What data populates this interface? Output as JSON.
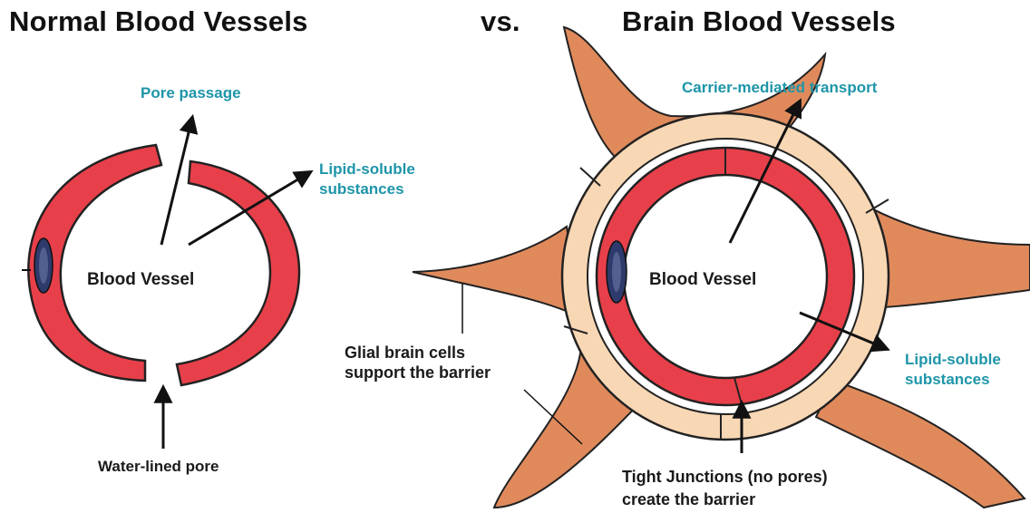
{
  "headings": {
    "left": "Normal Blood Vessels",
    "middle": "vs.",
    "right": "Brain Blood Vessels"
  },
  "normal": {
    "pore_passage": "Pore passage",
    "lipid_line1": "Lipid-soluble",
    "lipid_line2": "substances",
    "vessel": "Blood Vessel",
    "water_pore": "Water-lined pore"
  },
  "brain": {
    "carrier": "Carrier-mediated transport",
    "vessel": "Blood Vessel",
    "lipid_line1": "Lipid-soluble",
    "lipid_line2": "substances",
    "glial_line1": "Glial brain cells",
    "glial_line2": "support the barrier",
    "tight_line1": "Tight Junctions (no pores)",
    "tight_line2": "create the barrier"
  },
  "colors": {
    "vessel_red": "#e8404a",
    "glial_orange": "#e08a5c",
    "tan": "#f8d7b4",
    "nucleus": "#2e3a6b",
    "cyan_label": "#1e95a8"
  }
}
